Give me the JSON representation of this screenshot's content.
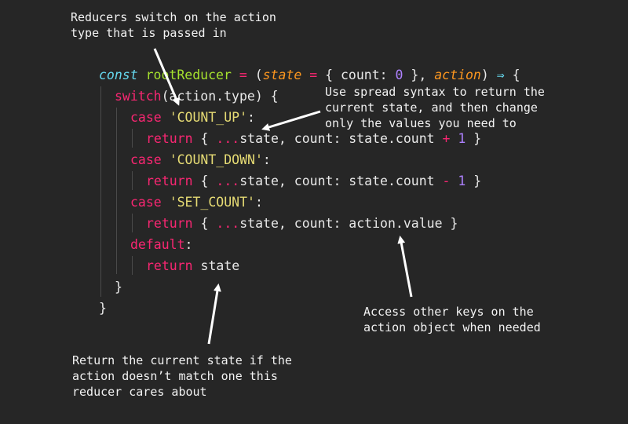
{
  "annotations": {
    "switch_note": "Reducers switch on the action\ntype that is passed in",
    "spread_note": "Use spread syntax to return the\ncurrent state, and then change\nonly the values you need to",
    "action_note": "Access other keys on the\naction object when needed",
    "default_note": "Return the current state if the\naction doesn’t match one this\nreducer cares about"
  },
  "code": {
    "l1": {
      "const": "const",
      "name": "rootReducer",
      "eq": "=",
      "open": "(",
      "state": "state",
      "eq2": "=",
      "default_open": "{ count: ",
      "zero": "0",
      "default_close": " },",
      "action": "action",
      "close": ")",
      "arrow": "⇒",
      "brace": "{"
    },
    "l2": {
      "kw": "switch",
      "rest": "(action.type) {"
    },
    "l3": {
      "kw": "case",
      "str": "'COUNT_UP'",
      "colon": ":"
    },
    "l4": {
      "kw": "return",
      "a": "{ ",
      "spread": "...",
      "b": "state, count: state.count ",
      "op": "+",
      "num": "1",
      "c": " }"
    },
    "l5": {
      "kw": "case",
      "str": "'COUNT_DOWN'",
      "colon": ":"
    },
    "l6": {
      "kw": "return",
      "a": "{ ",
      "spread": "...",
      "b": "state, count: state.count ",
      "op": "-",
      "num": "1",
      "c": " }"
    },
    "l7": {
      "kw": "case",
      "str": "'SET_COUNT'",
      "colon": ":"
    },
    "l8": {
      "kw": "return",
      "a": "{ ",
      "spread": "...",
      "b": "state, count: action.value }"
    },
    "l9": {
      "kw": "default",
      "colon": ":"
    },
    "l10": {
      "kw": "return",
      "rest": " state"
    },
    "l11": {
      "text": "}"
    },
    "l12": {
      "text": "}"
    }
  }
}
